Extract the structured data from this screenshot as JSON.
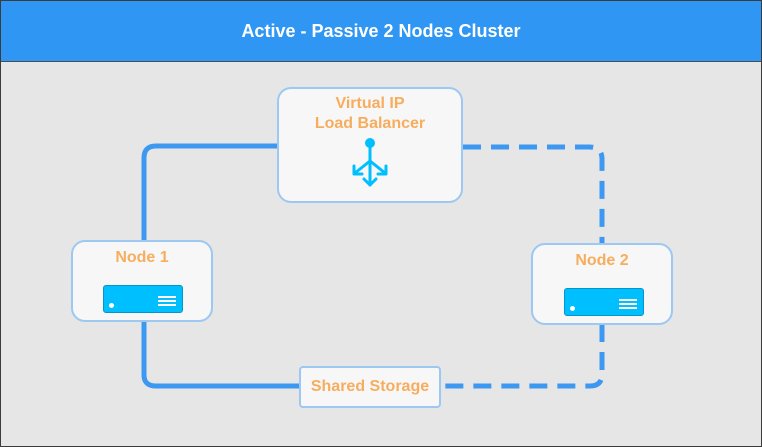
{
  "header": {
    "title": "Active - Passive 2 Nodes Cluster"
  },
  "colors": {
    "header_bg": "#2f96f3",
    "canvas_bg": "#e6e6e6",
    "link_blue": "#3d98f1",
    "label_orange": "#f7ad5e",
    "server_blue": "#00bfff"
  },
  "nodes": {
    "load_balancer": {
      "line1": "Virtual IP",
      "line2": "Load Balancer",
      "icon": "load-balancer-icon"
    },
    "node1": {
      "label": "Node 1",
      "icon": "server-icon"
    },
    "node2": {
      "label": "Node 2",
      "icon": "server-icon"
    },
    "storage": {
      "label": "Shared Storage"
    }
  },
  "links": [
    {
      "from": "load_balancer",
      "to": "node1",
      "style": "solid"
    },
    {
      "from": "node1",
      "to": "storage",
      "style": "solid"
    },
    {
      "from": "load_balancer",
      "to": "node2",
      "style": "dashed"
    },
    {
      "from": "node2",
      "to": "storage",
      "style": "dashed"
    }
  ]
}
